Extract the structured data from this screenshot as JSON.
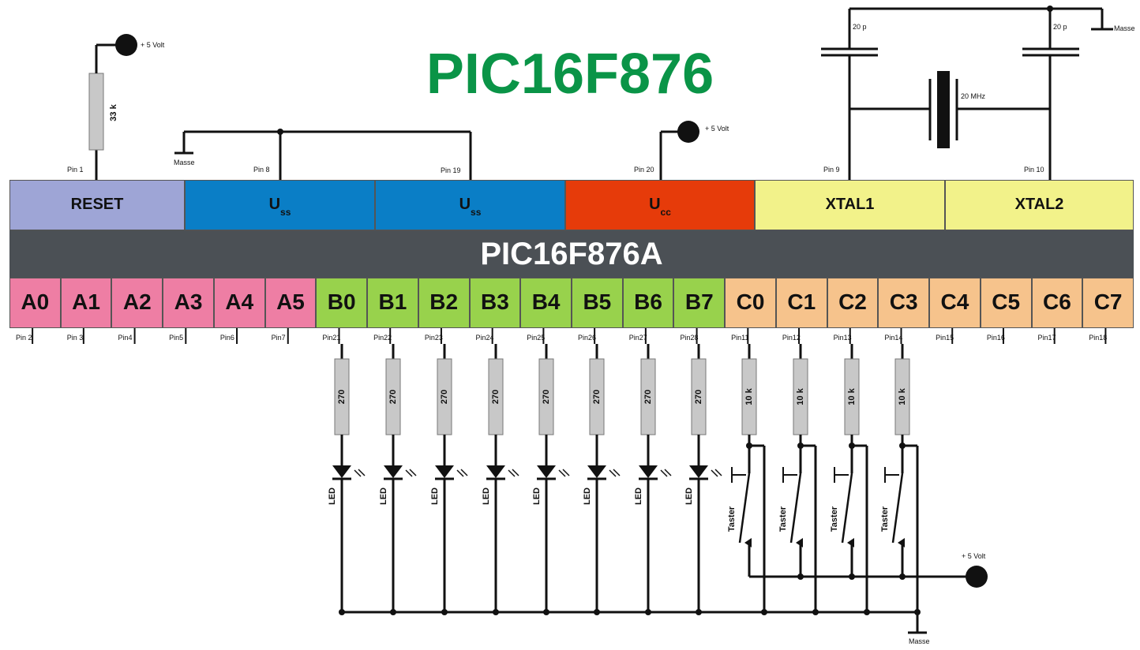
{
  "title": "PIC16F876",
  "chip_name": "PIC16F876A",
  "colors": {
    "title": "#0a9447",
    "reset": "#9ea5d6",
    "uss": "#0a7ec6",
    "ucc": "#e63b0a",
    "xtal": "#f2f28a",
    "port_a": "#ee7ea4",
    "port_b": "#98d24c",
    "port_c": "#f6c38c",
    "chip": "#4b5055",
    "wire": "#111111",
    "resistor": "#c8c8c8"
  },
  "top_pins": [
    {
      "label": "RESET",
      "sub": "",
      "pin": "Pin 1",
      "color": "reset"
    },
    {
      "label": "U",
      "sub": "ss",
      "pin": "Pin 8",
      "color": "uss"
    },
    {
      "label": "U",
      "sub": "ss",
      "pin": "Pin 19",
      "color": "uss"
    },
    {
      "label": "U",
      "sub": "cc",
      "pin": "Pin 20",
      "color": "ucc"
    },
    {
      "label": "XTAL1",
      "sub": "",
      "pin": "Pin 9",
      "color": "xtal"
    },
    {
      "label": "XTAL2",
      "sub": "",
      "pin": "Pin 10",
      "color": "xtal"
    }
  ],
  "ports": [
    {
      "label": "A0",
      "pin": "Pin 2",
      "color": "port_a"
    },
    {
      "label": "A1",
      "pin": "Pin 3",
      "color": "port_a"
    },
    {
      "label": "A2",
      "pin": "Pin4",
      "color": "port_a"
    },
    {
      "label": "A3",
      "pin": "Pin5",
      "color": "port_a"
    },
    {
      "label": "A4",
      "pin": "Pin6",
      "color": "port_a"
    },
    {
      "label": "A5",
      "pin": "Pin7",
      "color": "port_a"
    },
    {
      "label": "B0",
      "pin": "Pin21",
      "color": "port_b"
    },
    {
      "label": "B1",
      "pin": "Pin22",
      "color": "port_b"
    },
    {
      "label": "B2",
      "pin": "Pin23",
      "color": "port_b"
    },
    {
      "label": "B3",
      "pin": "Pin24",
      "color": "port_b"
    },
    {
      "label": "B4",
      "pin": "Pin25",
      "color": "port_b"
    },
    {
      "label": "B5",
      "pin": "Pin26",
      "color": "port_b"
    },
    {
      "label": "B6",
      "pin": "Pin27",
      "color": "port_b"
    },
    {
      "label": "B7",
      "pin": "Pin28",
      "color": "port_b"
    },
    {
      "label": "C0",
      "pin": "Pin11",
      "color": "port_c"
    },
    {
      "label": "C1",
      "pin": "Pin12",
      "color": "port_c"
    },
    {
      "label": "C2",
      "pin": "Pin13",
      "color": "port_c"
    },
    {
      "label": "C3",
      "pin": "Pin14",
      "color": "port_c"
    },
    {
      "label": "C4",
      "pin": "Pin15",
      "color": "port_c"
    },
    {
      "label": "C5",
      "pin": "Pin16",
      "color": "port_c"
    },
    {
      "label": "C6",
      "pin": "Pin17",
      "color": "port_c"
    },
    {
      "label": "C7",
      "pin": "Pin18",
      "color": "port_c"
    }
  ],
  "labels": {
    "plus5": "+ 5 Volt",
    "masse": "Masse",
    "reset_resistor": "33 k",
    "cap": "20 p",
    "crystal": "20 MHz",
    "led_resistor": "270",
    "led": "LED",
    "button_resistor": "10 k",
    "button": "Taster"
  }
}
